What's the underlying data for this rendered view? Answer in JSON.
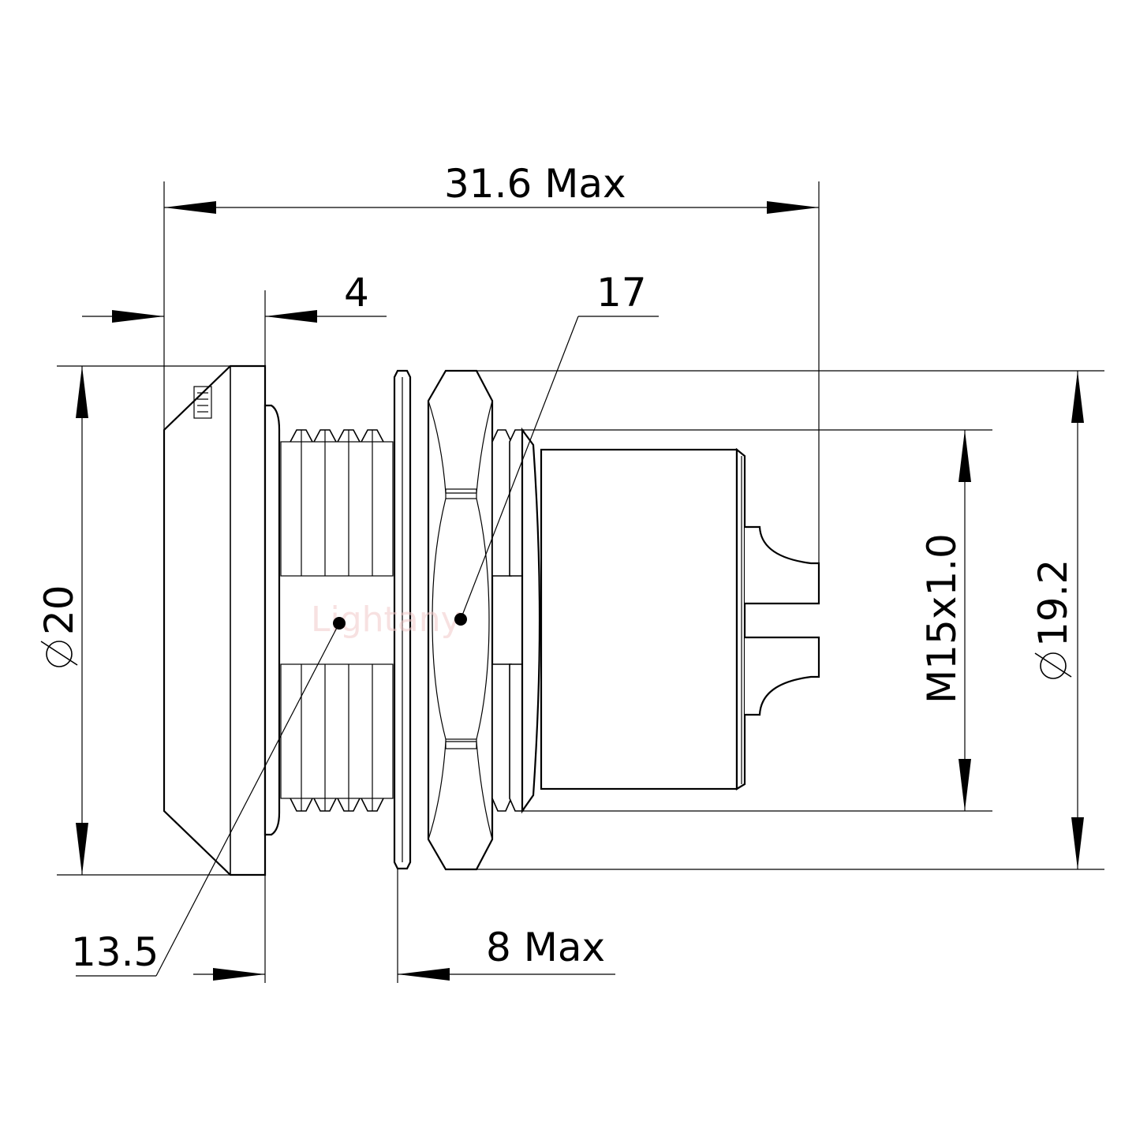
{
  "dimensions": {
    "overall_length": "31.6 Max",
    "flange_thickness": "4",
    "hex_nut_size": "17",
    "flange_diameter": "20",
    "panel_cutout": "13.5",
    "panel_thickness_max": "8 Max",
    "thread_spec": "M15x1.0",
    "nut_diameter": "19.2"
  },
  "watermark": "Lightany"
}
